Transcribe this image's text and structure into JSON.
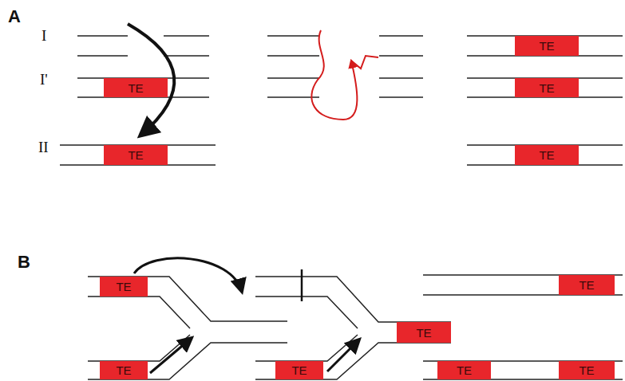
{
  "diagram": {
    "nodes": [
      {
        "text": [
          "TE"
        ]
      },
      {
        "text": [
          "TE"
        ]
      },
      {
        "text": [
          "TE"
        ]
      },
      {
        "text": [
          "TE"
        ]
      },
      {
        "text": [
          "TE"
        ]
      },
      {
        "text": [
          "TE"
        ]
      },
      {
        "text": [
          "TE"
        ]
      },
      {
        "text": [
          "TE"
        ]
      },
      {
        "text": [
          "TE"
        ]
      },
      {
        "text": [
          "TE"
        ]
      },
      {
        "text": [
          "TE"
        ]
      },
      {
        "text": [
          "TE"
        ]
      }
    ],
    "labels": [
      "A",
      "I",
      "I'",
      "II",
      "B"
    ]
  }
}
